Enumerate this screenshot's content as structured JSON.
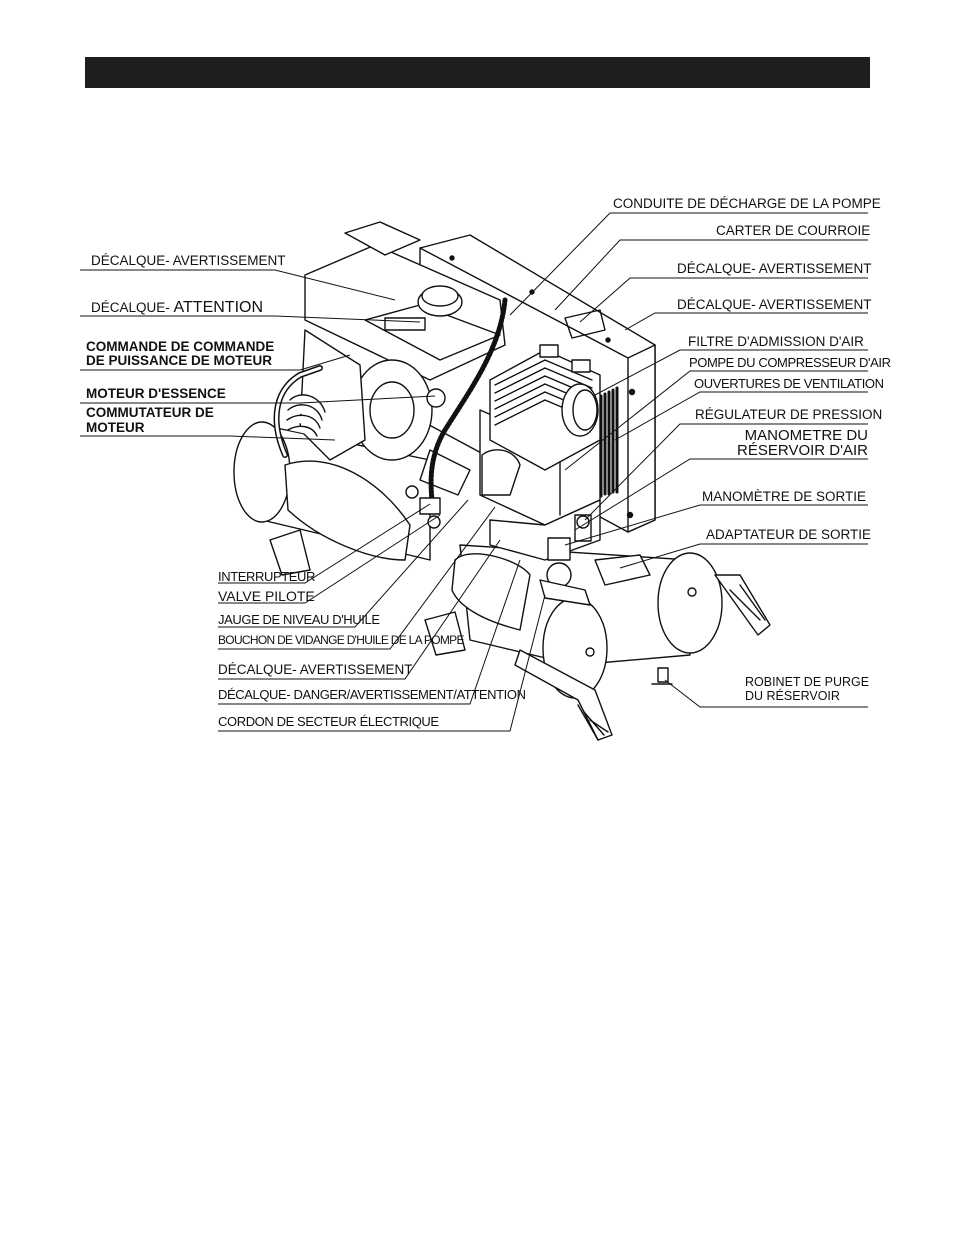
{
  "diagram": {
    "labels": {
      "left": {
        "decal_warning_1": "DÉCALQUE- AVERTISSEMENT",
        "decal_caution_prefix": "DÉCALQUE-",
        "decal_caution_word": "ATTENTION",
        "engine_control_line1": "COMMANDE DE COMMANDE",
        "engine_control_line2": "DE PUISSANCE DE MOTEUR",
        "gas_engine": "MOTEUR D'ESSENCE",
        "engine_switch_line1": "COMMUTATEUR DE",
        "engine_switch_line2": "MOTEUR"
      },
      "right": {
        "pump_discharge": "CONDUITE DE DÉCHARGE DE LA POMPE",
        "belt_guard": "CARTER DE COURROIE",
        "decal_warning_2": "DÉCALQUE- AVERTISSEMENT",
        "decal_warning_3": "DÉCALQUE- AVERTISSEMENT",
        "air_intake_filter": "FILTRE D'ADMISSION D'AIR",
        "compressor_pump": "POMPE DU COMPRESSEUR D'AIR",
        "vents": "OUVERTURES DE VENTILATION",
        "pressure_regulator": "RÉGULATEUR DE PRESSION",
        "tank_gauge_line1": "MANOMETRE DU",
        "tank_gauge_line2": "RÉSERVOIR D'AIR",
        "outlet_gauge": "MANOMÈTRE DE SORTIE",
        "outlet_adapter": "ADAPTATEUR DE SORTIE",
        "drain_valve_line1": "ROBINET DE PURGE",
        "drain_valve_line2": "DU RÉSERVOIR"
      },
      "bottom": {
        "switch": "INTERRUPTEUR",
        "pilot_valve": "VALVE PILOTE",
        "oil_dipstick": "JAUGE DE NIVEAU D'HUILE",
        "oil_drain_plug": "BOUCHON DE VIDANGE D'HUILE DE LA POMPE",
        "decal_warning_4": "DÉCALQUE- AVERTISSEMENT",
        "decal_danger": "DÉCALQUE- DANGER/AVERTISSEMENT/ATTENTION",
        "power_cord": "CORDON DE SECTEUR ÉLECTRIQUE"
      }
    }
  }
}
